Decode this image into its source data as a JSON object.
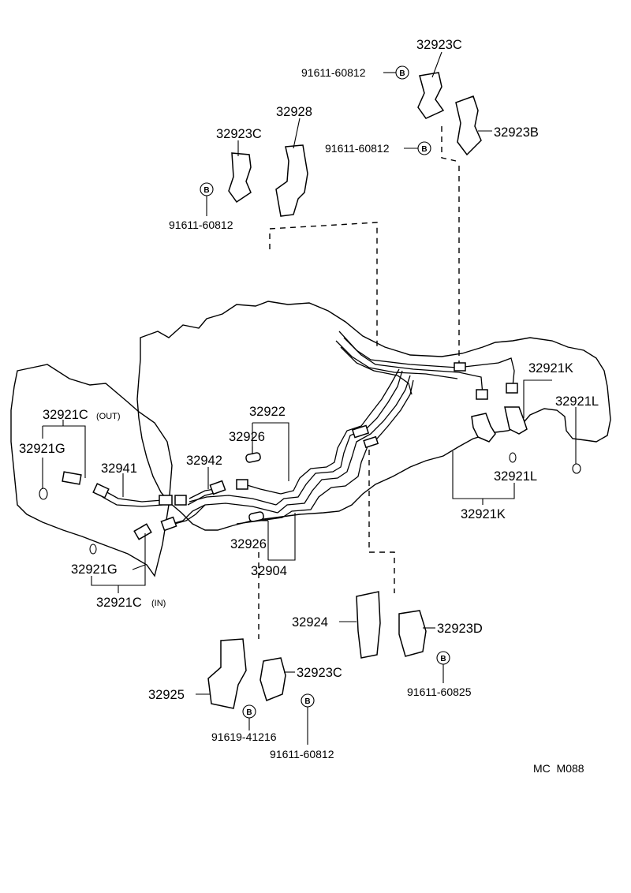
{
  "diagram": {
    "code": "MC  M088",
    "bolt_mark": "B",
    "labels": {
      "p32923C_top": "32923C",
      "bolt_top1": "91611-60812",
      "p32928": "32928",
      "p32923C_left": "32923C",
      "bolt_mid": "91611-60812",
      "p32923B": "32923B",
      "bolt_left": "91611-60812",
      "p32921K_top": "32921K",
      "p32921L_right": "32921L",
      "p32921C_out": "32921C",
      "out_tag": "(OUT)",
      "p32921G_left": "32921G",
      "p32922": "32922",
      "p32926_top": "32926",
      "p32942": "32942",
      "p32941": "32941",
      "p32921L_mid": "32921L",
      "p32921K_bottom": "32921K",
      "p32926_bottom": "32926",
      "p32904": "32904",
      "p32921G_bottom": "32921G",
      "p32921C_in": "32921C",
      "in_tag": "(IN)",
      "p32924": "32924",
      "p32923D": "32923D",
      "bolt_right": "91611-60825",
      "p32923C_bottom": "32923C",
      "p32925": "32925",
      "bolt_bottom1": "91619-41216",
      "bolt_bottom2": "91611-60812"
    }
  }
}
